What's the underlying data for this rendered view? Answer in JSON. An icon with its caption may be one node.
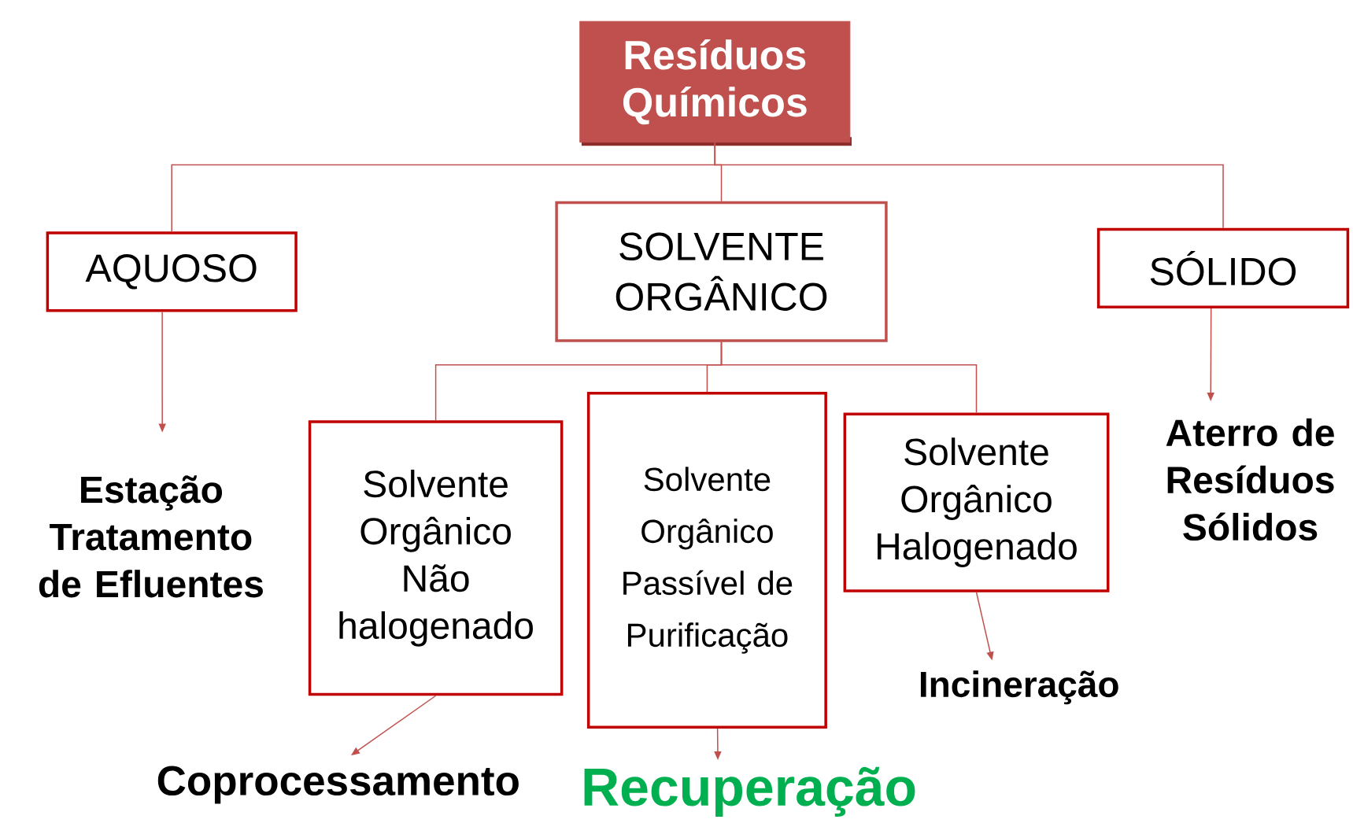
{
  "diagram": {
    "nodes": [
      {
        "text": [
          "Resíduos Químicos"
        ]
      },
      {
        "text": [
          "AQUOSO"
        ]
      },
      {
        "text": [
          "SOLVENTE ORGÂNICO"
        ]
      },
      {
        "text": [
          "SÓLIDO"
        ]
      },
      {
        "text": [
          "Estação Tratamento de Efluentes"
        ]
      },
      {
        "text": [
          "Solvente Orgânico Não halogenado"
        ]
      },
      {
        "text": [
          "Solvente Orgânico Passível de Purificação"
        ]
      },
      {
        "text": [
          "Solvente Orgânico Halogenado"
        ]
      },
      {
        "text": [
          "Aterro de Resíduos Sólidos"
        ]
      },
      {
        "text": [
          "Coprocessamento"
        ]
      },
      {
        "text": [
          "Recuperação"
        ]
      },
      {
        "text": [
          "Incineração"
        ]
      }
    ],
    "edges": [
      {
        "from": 0,
        "to": 1,
        "arrow": "none"
      },
      {
        "from": 0,
        "to": 2,
        "arrow": "none"
      },
      {
        "from": 0,
        "to": 3,
        "arrow": "none"
      },
      {
        "from": 2,
        "to": 5,
        "arrow": "none"
      },
      {
        "from": 2,
        "to": 6,
        "arrow": "none"
      },
      {
        "from": 2,
        "to": 7,
        "arrow": "none"
      },
      {
        "from": 1,
        "to": 4,
        "arrow": "to"
      },
      {
        "from": 3,
        "to": 8,
        "arrow": "to"
      },
      {
        "from": 5,
        "to": 9,
        "arrow": "to"
      },
      {
        "from": 6,
        "to": 10,
        "arrow": "to"
      },
      {
        "from": 7,
        "to": 11,
        "arrow": "to"
      }
    ]
  }
}
